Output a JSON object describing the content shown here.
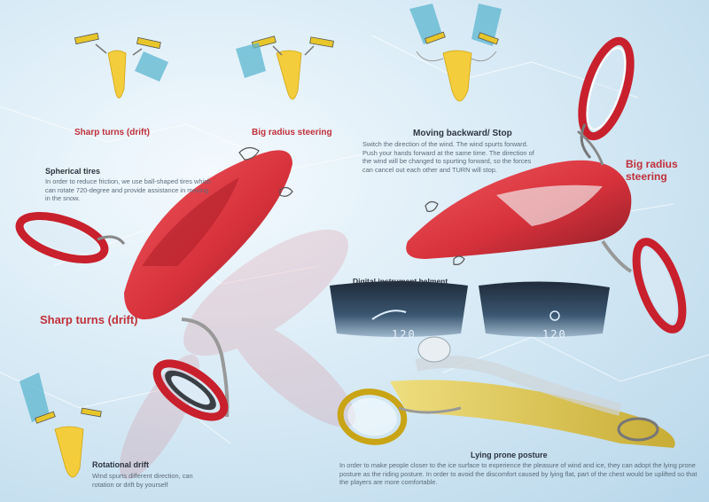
{
  "board": {
    "colors": {
      "accent_red": "#c0303a",
      "caption_dark": "#2c3440",
      "body_gray": "#5b6b7a",
      "ice_light": "#e3f0f8",
      "ice_mid": "#b8d7ea",
      "vehicle_red": "#d8323c",
      "seat_yellow": "#e8c62a"
    },
    "top_icons": [
      {
        "label": "Sharp turns (drift)",
        "icon": "sharp-turn-drift-icon"
      },
      {
        "label": "Big radius steering",
        "icon": "big-radius-steering-icon"
      },
      {
        "label": "Moving backward/ Stop",
        "icon": "moving-backward-stop-icon",
        "description": "Switch the direction of the wind. The wind spurts forward. Push your hands forward at the same time. The direction of the wind will be changed to spurting forward, so the forces can cancel out each other and TURN will stop."
      }
    ],
    "spherical_tires": {
      "title": "Spherical tires",
      "description": "In order to reduce friction, we use ball-shaped tires which can rotate 720-degree and provide assistance in moving in the snow."
    },
    "sharp_turns_label": "Sharp turns (drift)",
    "big_radius_label": "Big radius steering",
    "digital_instrument": {
      "title": "Digital instrument helment",
      "speed_left": "120",
      "speed_right": "120"
    },
    "rotational_drift": {
      "title": "Rotational drift",
      "description": "Wind spurts different direction, can rotation or drift by yourself",
      "icon": "rotational-drift-icon"
    },
    "lying_prone": {
      "title": "Lying prone posture",
      "description": "In order to make people closer to the ice surface to experience the pleasure of wind and ice, they can adopt the lying prone posture as the riding posture. In order to avoid the discomfort caused by lying flat, part of the chest would be uplifted so that the players are more comfortable."
    }
  }
}
